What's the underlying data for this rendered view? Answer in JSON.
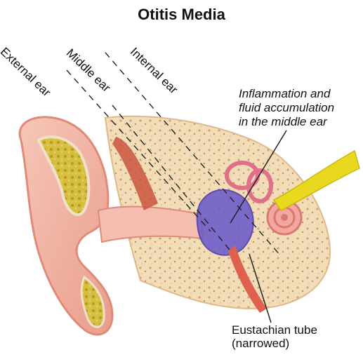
{
  "title": "Otitis Media",
  "regions": {
    "external": "External ear",
    "middle": "Middle ear",
    "internal": "Internal ear"
  },
  "annotation": {
    "lines": [
      "Inflammation and",
      "fluid accumulation",
      "in the middle ear"
    ]
  },
  "eustachian": {
    "lines": [
      "Eustachian tube",
      "(narrowed)"
    ]
  },
  "colors": {
    "skin": "#f2b6a8",
    "skin_dark": "#e58c7a",
    "bone": "#f3dcb8",
    "bone_spot": "#c9a77a",
    "cartilage": "#d9c24a",
    "fluid": "#6f5ec9",
    "nerve": "#e8d81e",
    "muscle": "#c9553c"
  }
}
